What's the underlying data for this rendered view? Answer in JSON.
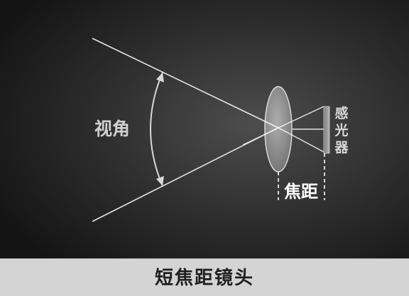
{
  "diagram": {
    "angle_label": "视角",
    "focal_label": "焦距",
    "sensor_label": "感光器",
    "colors": {
      "background_center": "#4a4a4a",
      "background_edge": "#161616",
      "lines": "#e4e4e4",
      "lens": "#ffffff",
      "sensor": "#9a9a9a",
      "caption_bg": "#d4d4d4",
      "caption_text": "#1f1f1f"
    }
  },
  "caption": {
    "title": "短焦距镜头"
  }
}
